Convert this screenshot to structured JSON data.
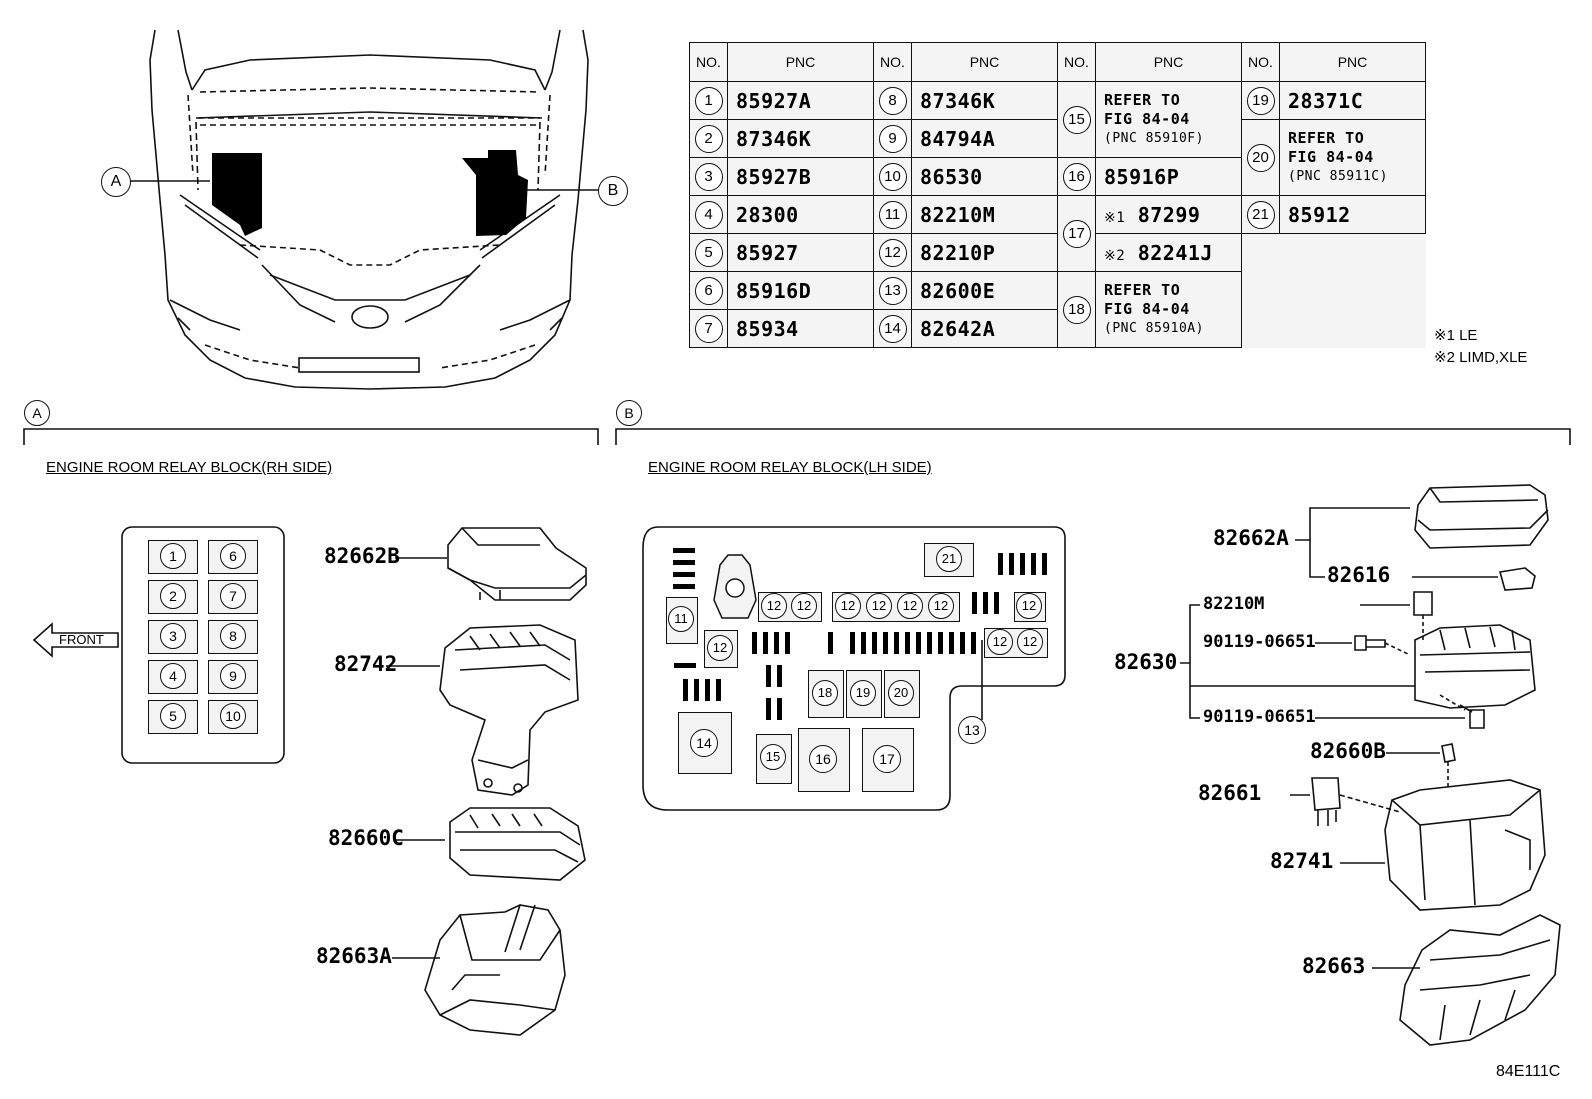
{
  "table": {
    "header_no": "NO.",
    "header_pnc": "PNC",
    "rows": [
      {
        "no": "1",
        "pnc": "85927A"
      },
      {
        "no": "2",
        "pnc": "87346K"
      },
      {
        "no": "3",
        "pnc": "85927B"
      },
      {
        "no": "4",
        "pnc": "28300"
      },
      {
        "no": "5",
        "pnc": "85927"
      },
      {
        "no": "6",
        "pnc": "85916D"
      },
      {
        "no": "7",
        "pnc": "85934"
      },
      {
        "no": "8",
        "pnc": "87346K"
      },
      {
        "no": "9",
        "pnc": "84794A"
      },
      {
        "no": "10",
        "pnc": "86530"
      },
      {
        "no": "11",
        "pnc": "82210M"
      },
      {
        "no": "12",
        "pnc": "82210P"
      },
      {
        "no": "13",
        "pnc": "82600E"
      },
      {
        "no": "14",
        "pnc": "82642A"
      },
      {
        "no": "15",
        "pnc_l1": "REFER TO",
        "pnc_l2": "FIG 84-04",
        "pnc_l3": "(PNC 85910F)"
      },
      {
        "no": "16",
        "pnc": "85916P"
      },
      {
        "no": "17",
        "pnc_a_mark": "※1",
        "pnc_a": "87299",
        "pnc_b_mark": "※2",
        "pnc_b": "82241J"
      },
      {
        "no": "18",
        "pnc_l1": "REFER TO",
        "pnc_l2": "FIG 84-04",
        "pnc_l3": "(PNC 85910A)"
      },
      {
        "no": "19",
        "pnc": "28371C"
      },
      {
        "no": "20",
        "pnc_l1": "REFER TO",
        "pnc_l2": "FIG 84-04",
        "pnc_l3": "(PNC 85911C)"
      },
      {
        "no": "21",
        "pnc": "85912"
      }
    ]
  },
  "notes": {
    "n1": "※1 LE",
    "n2": "※2 LIMD,XLE"
  },
  "markers": {
    "a": "A",
    "b": "B"
  },
  "sections": {
    "a_title": "ENGINE ROOM RELAY BLOCK(RH SIDE)",
    "b_title": "ENGINE ROOM RELAY BLOCK(LH SIDE)",
    "front": "FRONT"
  },
  "rh_block_slots": [
    "1",
    "6",
    "2",
    "7",
    "3",
    "8",
    "4",
    "9",
    "5",
    "10"
  ],
  "lh_block_labels": {
    "n11": "11",
    "n12": "12",
    "n13": "13",
    "n14": "14",
    "n15": "15",
    "n16": "16",
    "n17": "17",
    "n18": "18",
    "n19": "19",
    "n20": "20",
    "n21": "21"
  },
  "parts_a": {
    "p1": "82662B",
    "p2": "82742",
    "p3": "82660C",
    "p4": "82663A"
  },
  "parts_b": {
    "p1": "82662A",
    "p2": "82616",
    "p3": "82210M",
    "p4": "90119-06651",
    "p5": "82630",
    "p6": "90119-06651",
    "p7": "82660B",
    "p8": "82661",
    "p9": "82741",
    "p10": "82663"
  },
  "figure_code": "84E111C"
}
